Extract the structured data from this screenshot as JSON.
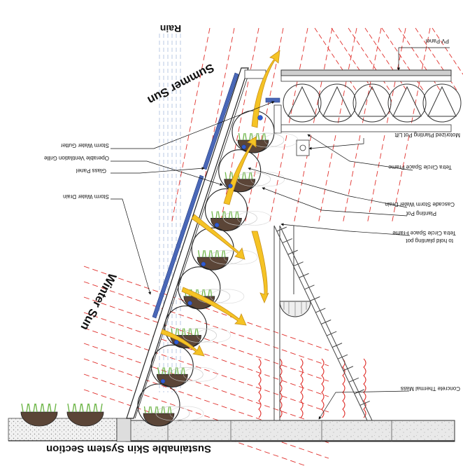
{
  "diagram": {
    "title": "Sustainable Skin System Section",
    "rain_label": "Rain",
    "summer_sun_label": "Summer Sun",
    "winter_sun_label": "Winter Sun",
    "labels": {
      "pv_panel": "PV Panel",
      "motorized_lift": "Motorized Planting Pot Lift",
      "tetra_frame": "Tetra Circle Space Frame",
      "cascade_drain": "Cascade Storm Water Drain",
      "planting_pot": "Planting Pot",
      "tetra_frame_hold_1": "Tetra Circle Space Frame",
      "tetra_frame_hold_2": "to hold planting pot",
      "concrete_mass": "Concrete Thermal Mass",
      "storm_gutter": "Storm Water Gutter",
      "ventilation_grille": "Operable Ventilation Grille",
      "glass_panel": "Glass Panel",
      "storm_drain": "Storm Water Drain"
    },
    "colors": {
      "sun_ray": "#e0302c",
      "arrow_fill": "#f5c324",
      "arrow_stroke": "#c8901a",
      "glass": "#4a68b8",
      "water_drop": "#2f5bd3",
      "rain_line": "#9db3d8",
      "plant_green": "#6fb64a",
      "soil": "#5b4537"
    }
  }
}
